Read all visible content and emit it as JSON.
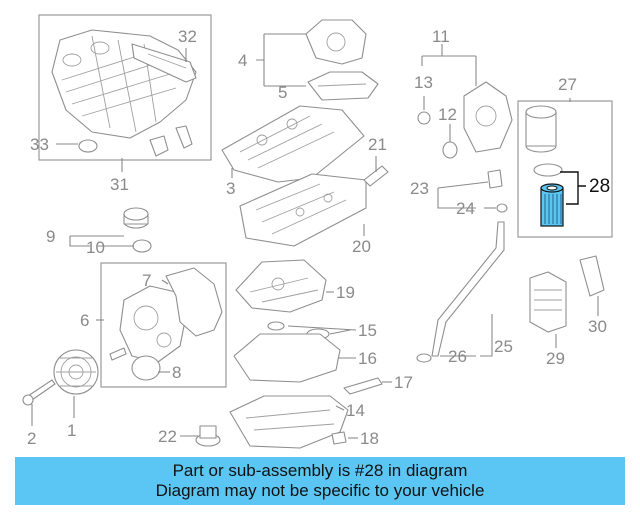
{
  "callouts": [
    {
      "id": "1",
      "label": "1"
    },
    {
      "id": "2",
      "label": "2"
    },
    {
      "id": "3",
      "label": "3"
    },
    {
      "id": "4",
      "label": "4"
    },
    {
      "id": "5",
      "label": "5"
    },
    {
      "id": "6",
      "label": "6"
    },
    {
      "id": "7",
      "label": "7"
    },
    {
      "id": "8",
      "label": "8"
    },
    {
      "id": "9",
      "label": "9"
    },
    {
      "id": "10",
      "label": "10"
    },
    {
      "id": "11",
      "label": "11"
    },
    {
      "id": "12",
      "label": "12"
    },
    {
      "id": "13",
      "label": "13"
    },
    {
      "id": "14",
      "label": "14"
    },
    {
      "id": "15",
      "label": "15"
    },
    {
      "id": "16",
      "label": "16"
    },
    {
      "id": "17",
      "label": "17"
    },
    {
      "id": "18",
      "label": "18"
    },
    {
      "id": "19",
      "label": "19"
    },
    {
      "id": "20",
      "label": "20"
    },
    {
      "id": "21",
      "label": "21"
    },
    {
      "id": "22",
      "label": "22"
    },
    {
      "id": "23",
      "label": "23"
    },
    {
      "id": "24",
      "label": "24"
    },
    {
      "id": "25",
      "label": "25"
    },
    {
      "id": "26",
      "label": "26"
    },
    {
      "id": "27",
      "label": "27"
    },
    {
      "id": "28",
      "label": "28"
    },
    {
      "id": "29",
      "label": "29"
    },
    {
      "id": "30",
      "label": "30"
    },
    {
      "id": "31",
      "label": "31"
    },
    {
      "id": "32",
      "label": "32"
    },
    {
      "id": "33",
      "label": "33"
    }
  ],
  "highlighted_part": "28",
  "highlight_color": "#111111",
  "callout_color": "#8a8a8a",
  "filter_highlight_color": "#5bc6f4",
  "banner": {
    "line1": "Part or sub-assembly is #28 in diagram",
    "line2": "Diagram may not be specific to your vehicle",
    "background": "#5bc6f4"
  }
}
